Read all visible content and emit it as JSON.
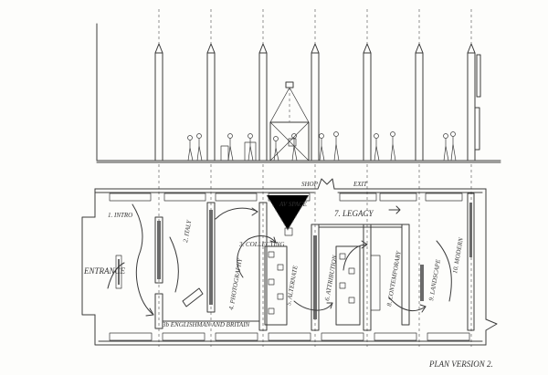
{
  "labels": {
    "entrance": "ENTRANCE",
    "exit": "EXIT",
    "shop": "SHOP",
    "av_space": "AV SPACE",
    "room_1": "1. INTRO",
    "room_2": "2. ITALY",
    "room_3": "3. COLLECTING",
    "room_3b": "3b ENGLISHMAN AND BRITAIN",
    "room_4": "4. PHOTOGRAPHY",
    "room_5": "5. ALTERNATE",
    "room_6": "6. ATTRIBUTION",
    "room_7": "7. LEGACY",
    "room_8": "8. CONTEMPORARY",
    "room_9": "9. LANDSCAPE",
    "room_10": "10. MODERN",
    "plan_version": "PLAN VERSION 2."
  },
  "colors": {
    "pencil": "#3a3a3a",
    "paper": "#fdfdfb",
    "hatch": "#6a6a6a"
  }
}
